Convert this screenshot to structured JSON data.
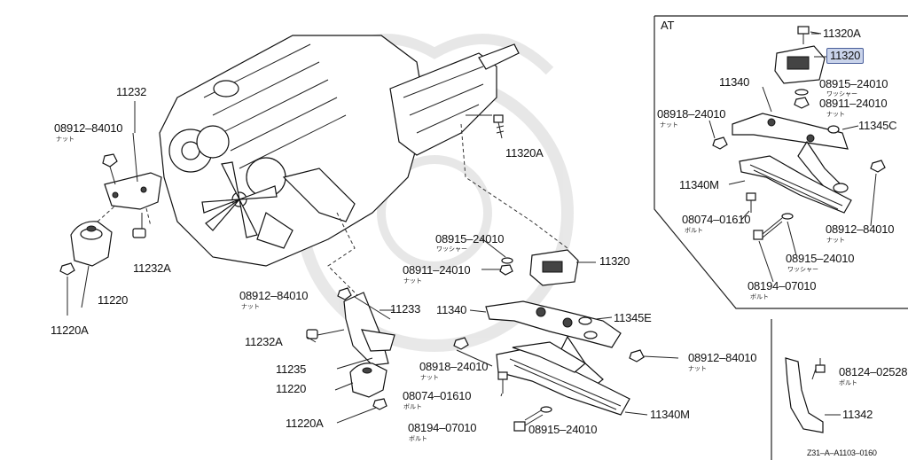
{
  "labels": {
    "p11232": "11232",
    "p08912_84010_a": "08912–84010",
    "p11220": "11220",
    "p11220A": "11220A",
    "p11232A": "11232A",
    "p11320A_main": "11320A",
    "p08915_24010_a": "08915–24010",
    "p08911_24010_a": "08911–24010",
    "p11320_main": "11320",
    "p08912_84010_b": "08912–84010",
    "p11233": "11233",
    "p11232A_b": "11232A",
    "p11340": "11340",
    "p11345E": "11345E",
    "p11235": "11235",
    "p11220_b": "11220",
    "p08918_24010_a": "08918–24010",
    "p08912_84010_c": "08912–84010",
    "p08074_01610_a": "08074–01610",
    "p11340M": "11340M",
    "p11220A_b": "11220A",
    "p08194_07010_a": "08194–07010",
    "p08915_24010_b": "08915–24010"
  },
  "subs": {
    "nut_1": "ナット",
    "nut_2": "ナット",
    "nut_3": "ナット",
    "nut_4": "ナット",
    "nut_5": "ナット",
    "bolt_1": "ボルト",
    "bolt_2": "ボルト",
    "washer_1": "ワッシャー"
  },
  "at_box": {
    "title": "AT",
    "p11320A": "11320A",
    "p11320": "11320",
    "p08915_24010": "08915–24010",
    "washer": "ワッシャー",
    "p08911_24010": "08911–24010",
    "nut_a": "ナット",
    "p11340": "11340",
    "p08918_24010": "08918–24010",
    "nut_b": "ナット",
    "p11345C": "11345C",
    "p11340M": "11340M",
    "p08074_01610": "08074–01610",
    "bolt_a": "ボルト",
    "p08912_84010": "08912–84010",
    "nut_c": "ナット",
    "p08915_24010_b": "08915–24010",
    "washer_b": "ワッシャー",
    "p08194_07010": "08194–07010",
    "bolt_b": "ボルト"
  },
  "side_box": {
    "p08124_02528": "08124–02528",
    "bolt": "ボルト",
    "p11342": "11342"
  },
  "ref_code": "Z31–A–A1103–0160",
  "colors": {
    "highlight_fill": "#c9d3ea",
    "highlight_border": "#4a5f9a",
    "ink": "#111111"
  }
}
